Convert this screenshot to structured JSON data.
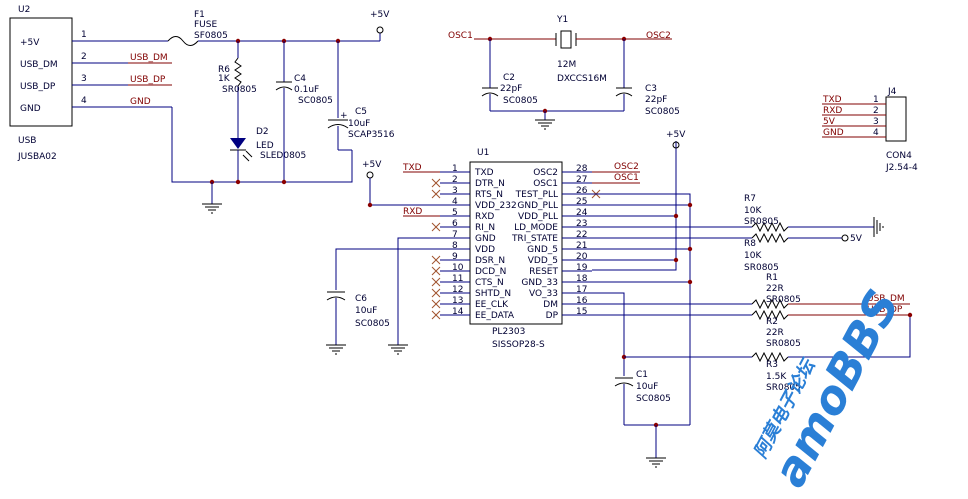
{
  "components": {
    "u2": {
      "ref": "U2",
      "pins": [
        "+5V",
        "USB_DM",
        "USB_DP",
        "GND"
      ],
      "pin_numbers": [
        "1",
        "2",
        "3",
        "4"
      ],
      "name": "USB",
      "footprint": "JUSBA02"
    },
    "f1": {
      "ref": "F1",
      "value": "FUSE",
      "footprint": "SF0805"
    },
    "r6": {
      "ref": "R6",
      "value": "1K",
      "footprint": "SR0805"
    },
    "c4": {
      "ref": "C4",
      "value": "0.1uF",
      "footprint": "SC0805"
    },
    "c5": {
      "ref": "C5",
      "value": "10uF",
      "footprint": "SCAP3516"
    },
    "d2": {
      "ref": "D2",
      "value": "LED",
      "footprint": "SLED0805"
    },
    "y1": {
      "ref": "Y1",
      "value": "12M",
      "footprint": "DXCCS16M"
    },
    "c2": {
      "ref": "C2",
      "value": "22pF",
      "footprint": "SC0805"
    },
    "c3": {
      "ref": "C3",
      "value": "22pF",
      "footprint": "SC0805"
    },
    "j4": {
      "ref": "J4",
      "name": "CON4",
      "footprint": "J2.54-4",
      "pin_numbers": [
        "1",
        "2",
        "3",
        "4"
      ],
      "nets": [
        "TXD",
        "RXD",
        "5V",
        "GND"
      ]
    },
    "u1": {
      "ref": "U1",
      "name": "PL2303",
      "footprint": "SISSOP28-S",
      "left_pins": [
        {
          "num": "1",
          "name": "TXD"
        },
        {
          "num": "2",
          "name": "DTR_N"
        },
        {
          "num": "3",
          "name": "RTS_N"
        },
        {
          "num": "4",
          "name": "VDD_232"
        },
        {
          "num": "5",
          "name": "RXD"
        },
        {
          "num": "6",
          "name": "RI_N"
        },
        {
          "num": "7",
          "name": "GND"
        },
        {
          "num": "8",
          "name": "VDD"
        },
        {
          "num": "9",
          "name": "DSR_N"
        },
        {
          "num": "10",
          "name": "DCD_N"
        },
        {
          "num": "11",
          "name": "CTS_N"
        },
        {
          "num": "12",
          "name": "SHTD_N"
        },
        {
          "num": "13",
          "name": "EE_CLK"
        },
        {
          "num": "14",
          "name": "EE_DATA"
        }
      ],
      "right_pins": [
        {
          "num": "28",
          "name": "OSC2"
        },
        {
          "num": "27",
          "name": "OSC1"
        },
        {
          "num": "26",
          "name": "TEST_PLL"
        },
        {
          "num": "25",
          "name": "GND_PLL"
        },
        {
          "num": "24",
          "name": "VDD_PLL"
        },
        {
          "num": "23",
          "name": "LD_MODE"
        },
        {
          "num": "22",
          "name": "TRI_STATE"
        },
        {
          "num": "21",
          "name": "GND_5"
        },
        {
          "num": "20",
          "name": "VDD_5"
        },
        {
          "num": "19",
          "name": "RESET"
        },
        {
          "num": "18",
          "name": "GND_33"
        },
        {
          "num": "17",
          "name": "VO_33"
        },
        {
          "num": "16",
          "name": "DM"
        },
        {
          "num": "15",
          "name": "DP"
        }
      ]
    },
    "r7": {
      "ref": "R7",
      "value": "10K",
      "footprint": "SR0805"
    },
    "r8": {
      "ref": "R8",
      "value": "10K",
      "footprint": "SR0805"
    },
    "r1": {
      "ref": "R1",
      "value": "22R",
      "footprint": "SR0805"
    },
    "r2": {
      "ref": "R2",
      "value": "22R",
      "footprint": "SR0805"
    },
    "r3": {
      "ref": "R3",
      "value": "1.5K",
      "footprint": "SR0805"
    },
    "c1": {
      "ref": "C1",
      "value": "10uF",
      "footprint": "SC0805"
    },
    "c6": {
      "ref": "C6",
      "value": "10uF",
      "footprint": "SC0805"
    }
  },
  "nets": {
    "plus5v": "+5V",
    "five_v": "5V",
    "usb_dm": "USB_DM",
    "usb_dp": "USB_DP",
    "gnd": "GND",
    "osc1": "OSC1",
    "osc2": "OSC2",
    "txd": "TXD",
    "rxd": "RXD"
  },
  "watermark": {
    "text": "amoBBS",
    "subtitle": "阿莫电子论坛",
    "color": "#2a7fd6"
  }
}
